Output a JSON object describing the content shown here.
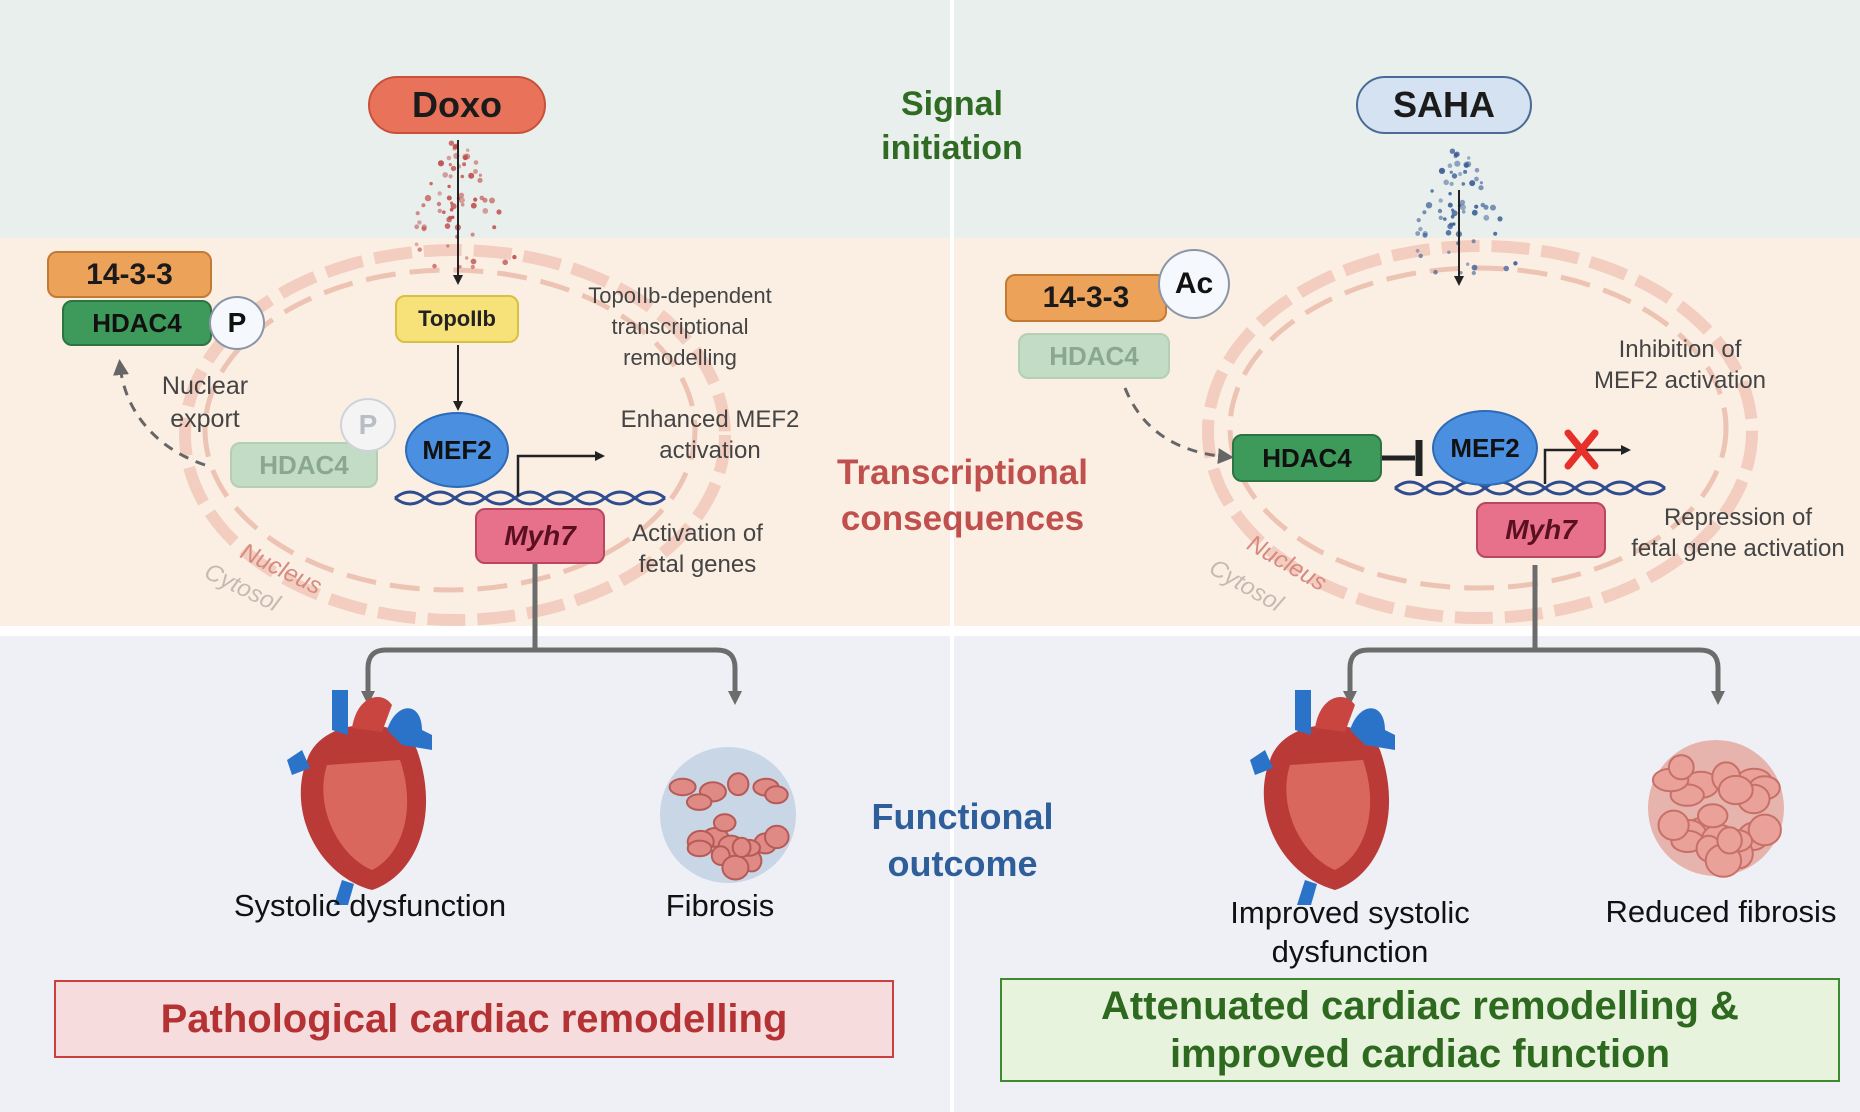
{
  "band_labels": {
    "signal_line1": "Signal",
    "signal_line2": "initiation",
    "transcription_line1": "Transcriptional",
    "transcription_line2": "consequences",
    "outcome_line1": "Functional",
    "outcome_line2": "outcome"
  },
  "left": {
    "drug": "Doxo",
    "topo_box": "TopoIIb",
    "topo_caption_l1": "TopoIIb-dependent",
    "topo_caption_l2": "transcriptional",
    "topo_caption_l3": "remodelling",
    "protein_1433": "14-3-3",
    "hdac4": "HDAC4",
    "phospho": "P",
    "nuclear_export_l1": "Nuclear",
    "nuclear_export_l2": "export",
    "hdac4_faded": "HDAC4",
    "phospho_faded": "P",
    "mef2": "MEF2",
    "mef2_caption_l1": "Enhanced MEF2",
    "mef2_caption_l2": "activation",
    "myh7": "Myh7",
    "fetal_caption_l1": "Activation of",
    "fetal_caption_l2": "fetal genes",
    "nucleus": "Nucleus",
    "cytosol": "Cytosol",
    "outcome_1": "Systolic dysfunction",
    "outcome_2": "Fibrosis",
    "summary": "Pathological cardiac remodelling"
  },
  "right": {
    "drug": "SAHA",
    "protein_1433": "14-3-3",
    "acetyl": "Ac",
    "hdac4_faded": "HDAC4",
    "hdac4": "HDAC4",
    "mef2": "MEF2",
    "inhibition_caption_l1": "Inhibition of",
    "inhibition_caption_l2": "MEF2 activation",
    "myh7": "Myh7",
    "repression_caption_l1": "Repression of",
    "repression_caption_l2": "fetal gene activation",
    "nucleus": "Nucleus",
    "cytosol": "Cytosol",
    "outcome_1_l1": "Improved systolic",
    "outcome_1_l2": "dysfunction",
    "outcome_2": "Reduced fibrosis",
    "summary_l1": "Attenuated cardiac remodelling &",
    "summary_l2": "improved cardiac function"
  },
  "colors": {
    "band_signal": "#e9efec",
    "band_transcription": "#fbefe4",
    "band_outcome": "#eef0f6",
    "signal_text": "#2f6b22",
    "transcription_text": "#c0504d",
    "outcome_text": "#2e5f9a",
    "doxo_fill": "#e8735a",
    "saha_fill": "#d4e2f2",
    "hdac4_green": "#3e9a5a",
    "orange_1433": "#eda25a",
    "mef2_blue": "#4a8fe0",
    "topo_yellow": "#f7e27a",
    "myh7_pink": "#e7708a",
    "summary_red_bg": "#f6dcdc",
    "summary_red_text": "#b53234",
    "summary_green_bg": "#e8f3dd",
    "summary_green_text": "#2d6a1f",
    "repress_x": "#e6302a"
  }
}
